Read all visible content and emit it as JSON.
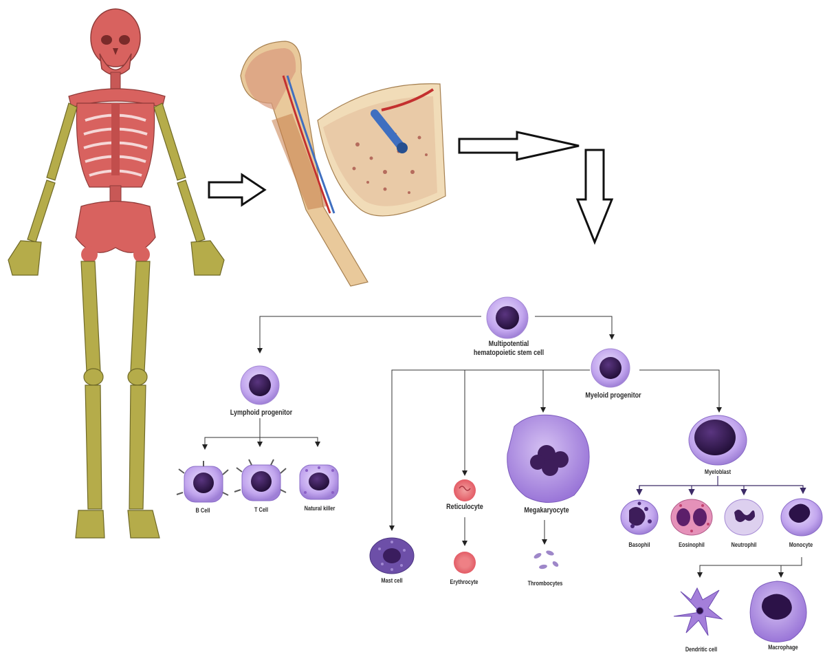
{
  "diagram": {
    "stem_cell_label": "Multipotential\nhematopoietic stem cell",
    "stem_cell_line1": "Multipotential",
    "stem_cell_line2": "hematopoietic stem cell",
    "lymphoid_label": "Lymphoid progenitor",
    "myeloid_label": "Myeloid progenitor",
    "b_cell_label": "B Cell",
    "t_cell_label": "T Cell",
    "nk_label": "Natural killer",
    "mast_label": "Mast cell",
    "reticulocyte_label": "Reticulocyte",
    "erythrocyte_label": "Erythrocyte",
    "megakaryocyte_label": "Megakaryocyte",
    "thrombocytes_label": "Thrombocytes",
    "myeloblast_label": "Myeloblast",
    "basophil_label": "Basophil",
    "eosinophil_label": "Eosinophil",
    "neutrophil_label": "Neutrophil",
    "monocyte_label": "Monocyte",
    "dendritic_label": "Dendritic cell",
    "macrophage_label": "Macrophage"
  },
  "colors": {
    "bone_red": "#d9605e",
    "bone_yellow": "#b5ac4a",
    "cell_purple": "#b59be6",
    "nucleus": "#3d1d5a",
    "erythrocyte_red": "#e8646a",
    "arrow_black": "#111111"
  }
}
